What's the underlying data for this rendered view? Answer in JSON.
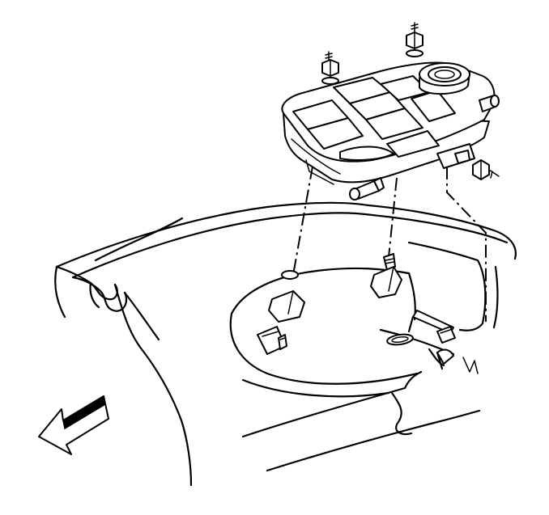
{
  "figure": {
    "type": "service-manual-line-illustration",
    "components": [
      {
        "icon": "coolant-reservoir-icon"
      },
      {
        "icon": "reservoir-cap-icon"
      },
      {
        "icon": "mounting-nut-icon",
        "count": 3
      },
      {
        "icon": "rubber-insulator-icon",
        "count": 2
      },
      {
        "icon": "mounting-stud-icon",
        "count": 3
      },
      {
        "icon": "front-direction-arrow-icon"
      }
    ],
    "colors": {
      "line": "#000000",
      "background": "#ffffff"
    }
  }
}
